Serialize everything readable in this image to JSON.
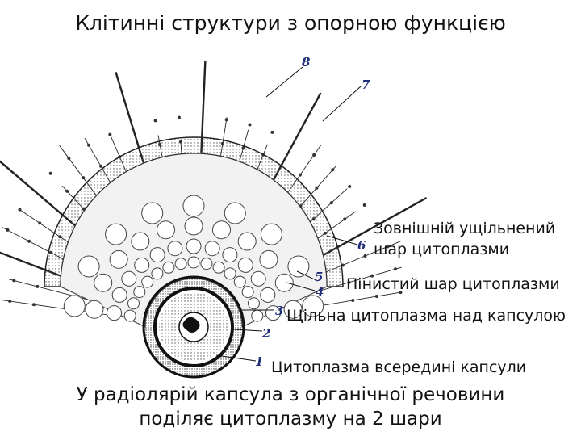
{
  "slide": {
    "title": "Клітинні структури з опорною функцією",
    "caption_line1": "У радіолярій капсула з органічної речовини",
    "caption_line2": "поділяє цитоплазму на 2 шари"
  },
  "diagram": {
    "numbers": [
      "1",
      "2",
      "3",
      "4",
      "5",
      "6",
      "7",
      "8"
    ],
    "labels": {
      "outer_layer_line1": "Зовнішній ущільнений",
      "outer_layer_line2": "шар цитоплазми",
      "foamy_layer": "Пінистий шар цитоплазми",
      "dense_layer": "Щільна цитоплазма над капсулою",
      "inner_cytoplasm": "Цитоплазма всередині капсули"
    }
  }
}
